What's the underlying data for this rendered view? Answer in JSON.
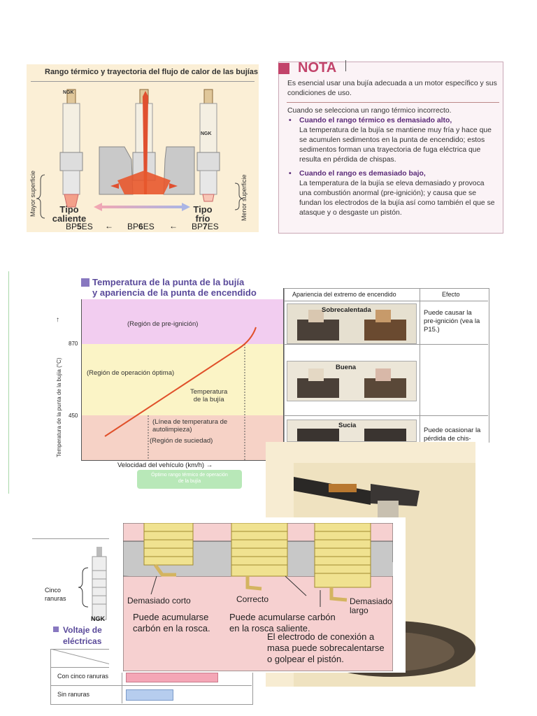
{
  "heat_range": {
    "title": "Rango térmico y trayectoria del flujo de calor de las bujías",
    "hot_label_1": "Tipo",
    "hot_label_2": "caliente",
    "cold_label_1": "Tipo",
    "cold_label_2": "frío",
    "brand": "NGK",
    "model_hot_prefix": "BP",
    "model_hot_num": "5",
    "model_hot_suffix": "ES",
    "model_mid_prefix": "BP",
    "model_mid_num": "6",
    "model_mid_suffix": "ES",
    "model_cold_prefix": "BP",
    "model_cold_num": "7",
    "model_cold_suffix": "ES",
    "arrow_sep": "←",
    "left_side": "Mayor superficie",
    "right_side": "Menor superficie"
  },
  "nota": {
    "title": "NOTA",
    "p1": "Es esencial usar una bujía adecuada a un motor específico y sus condiciones de uso.",
    "p2": "Cuando se selecciona un rango térmico incorrecto.",
    "b1": "Cuando el rango térmico es demasiado alto,",
    "t1": "La temperatura de la bujía se mantiene muy fría y hace que se acumulen sedimentos en la punta de encendido; estos sedimentos forman una trayectoria de fuga eléctrica que resulta en pérdida de chispas.",
    "b2": "Cuando el rango es demasiado bajo,",
    "t2": "La temperatura de la bujía se eleva demasiado y provoca una combustión anormal (pre-ignición); y causa que se fundan los electrodos de la bujía así como también el que se atasque y o desgaste un pistón."
  },
  "temperature": {
    "title_1": "Temperatura de la punta de la bujía",
    "title_2": "y apariencia de la punta de encendido",
    "ylabel": "Temperatura de la punta de la bujía (°C)",
    "xlabel": "Velocidad del vehículo (km/h)",
    "tick_high": "870",
    "tick_low": "450",
    "region_pre": "(Región de pre-ignición)",
    "region_opt": "(Región de operación óptima)",
    "line_label_1": "Temperatura",
    "line_label_2": "de la bujía",
    "self_clean_1": "(Línea de temperatura de",
    "self_clean_2": "autolimpieza)",
    "region_dirty": "(Región de suciedad)",
    "optimal_band_1": "Óptimo rango térmico de operación",
    "optimal_band_2": "de la bujía",
    "col_appearance": "Apariencia del extremo de encendido",
    "col_effect": "Efecto",
    "row1_label": "Sobrecalentada",
    "row1_effect": "Puede causar la pre-ignición (vea la P15.)",
    "row2_label": "Buena",
    "row3_label": "Sucia",
    "row3_effect": "Puede ocasionar la pérdida de chis-"
  },
  "grooves": {
    "label_1": "Cinco",
    "label_2": "ranuras",
    "brand": "NGK",
    "section_1": "Voltaje de",
    "section_2": "eléctricas",
    "row1": "Con cinco ranuras",
    "row2": "Sin ranuras"
  },
  "reach": {
    "short_label": "Demasiado corto",
    "correct_label": "Correcto",
    "long_label_1": "Demasiado",
    "long_label_2": "largo",
    "short_note_1": "Puede acumularse",
    "short_note_2": "carbón en la rosca.",
    "correct_note_1": "Puede acumularse carbón",
    "correct_note_2": "en la rosca saliente.",
    "long_note_1": "El electrodo de conexión a",
    "long_note_2": "masa puede sobrecalentarse",
    "long_note_3": "o golpear el pistón."
  },
  "colors": {
    "nota_accent": "#c2436a",
    "title_purple": "#5a4a9a",
    "line_red": "#e0502a"
  }
}
